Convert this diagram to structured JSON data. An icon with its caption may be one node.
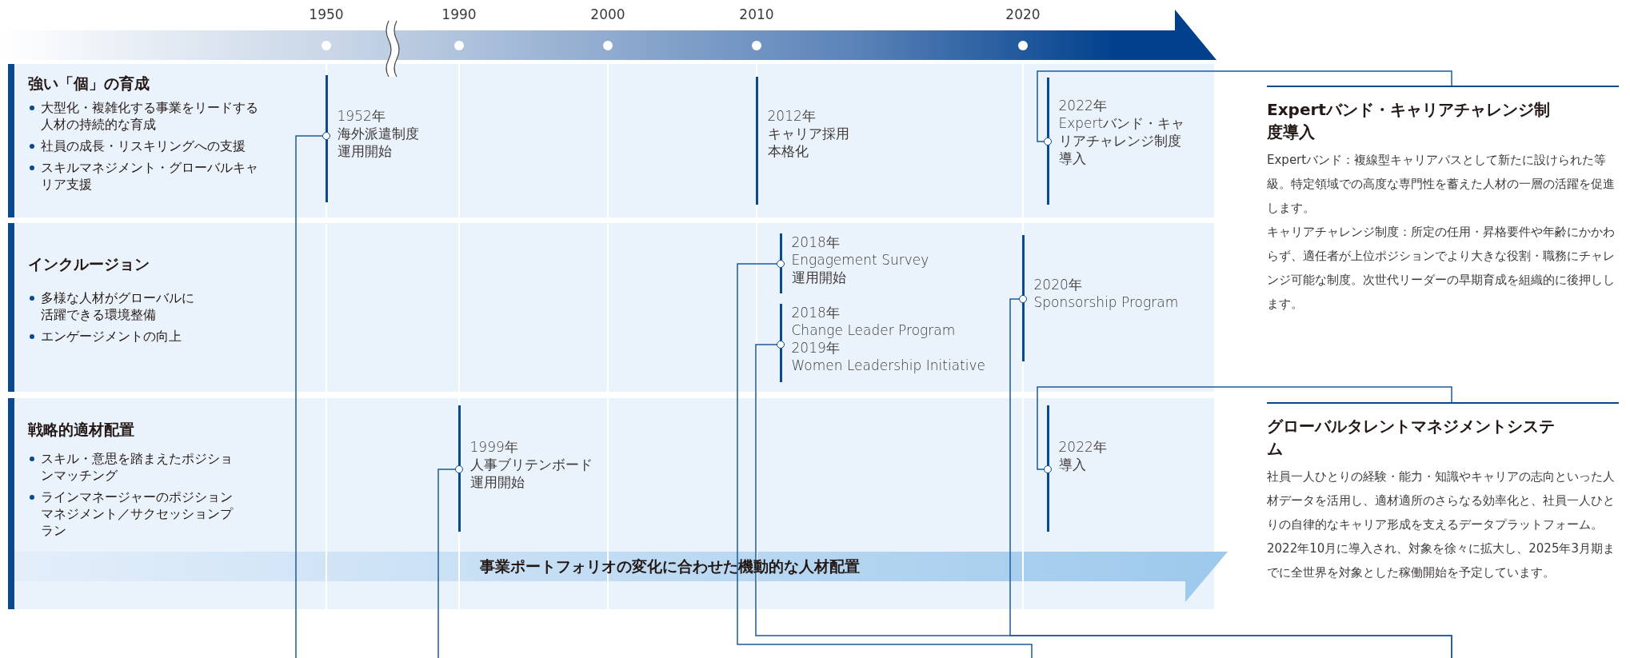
{
  "diagram": {
    "nodes": [
      {
        "text": [
          "強い「個」の育成",
          "大型化・複雑化する事業をリードする人材の持続的な育成",
          "社員の成長・リスキリングへの支援",
          "スキルマネジメント・グローバルキャリア支援"
        ]
      },
      {
        "text": [
          "1952年",
          "海外派遣制度運用開始"
        ],
        "in": 0
      },
      {
        "text": [
          "2012年",
          "キャリア採用本格化"
        ],
        "in": 0
      },
      {
        "text": [
          "2022年",
          "Expertバンド・キャリアチャレンジ制度導入"
        ],
        "in": 0
      },
      {
        "text": [
          "インクルージョン",
          "多様な人材がグローバルに活躍できる環境整備",
          "エンゲージメントの向上"
        ]
      },
      {
        "text": [
          "2018年",
          "Engagement Survey 運用開始"
        ],
        "in": 4
      },
      {
        "text": [
          "2018年",
          "Change Leader Program",
          "2019年",
          "Women Leadership Initiative"
        ],
        "in": 4
      },
      {
        "text": [
          "2020年",
          "Sponsorship Program"
        ],
        "in": 4
      },
      {
        "text": [
          "戦略的適材配置",
          "スキル・意思を踏まえたポジションマッチング",
          "ラインマネージャーのポジションマネジメント／サクセッションプラン"
        ]
      },
      {
        "text": [
          "1999年",
          "人事ブリテンボード運用開始"
        ],
        "in": 8
      },
      {
        "text": [
          "2022年",
          "導入"
        ],
        "in": 8
      },
      {
        "text": [
          "事業ポートフォリオの変化に合わせた機動的な人材配置"
        ],
        "in": 8
      },
      {
        "text": [
          "Expertバンド・キャリアチャレンジ制度導入",
          "Expertバンド：複線型キャリアパスとして新たに設けられた等級。特定領域での高度な専門性を蓄えた人材の一層の活躍を促進します。",
          "キャリアチャレンジ制度：所定の任用・昇格要件や年齢にかかわらず、適任者が上位ポジションでより大きな役割・職務にチャレンジ可能な制度。次世代リーダーの早期育成を組織的に後押しします。"
        ]
      },
      {
        "text": [
          "グローバルタレントマネジメントシステム",
          "社員一人ひとりの経験・能力・知識やキャリアの志向といった人材データを活用し、適材適所のさらなる効率化と、社員一人ひとりの自律的なキャリア形成を支えるデータプラットフォーム。2022年10月に導入され、対象を徐々に拡大し、2025年3月期までに全世界を対象とした稼働開始を予定しています。"
        ]
      }
    ],
    "edges": [
      {
        "from": 1,
        "to": null,
        "arrow": "none"
      },
      {
        "from": 3,
        "to": 12,
        "arrow": "none"
      },
      {
        "from": 5,
        "to": null,
        "arrow": "none"
      },
      {
        "from": 6,
        "to": null,
        "arrow": "none"
      },
      {
        "from": 7,
        "to": null,
        "arrow": "none"
      },
      {
        "from": 9,
        "to": null,
        "arrow": "none"
      },
      {
        "from": 10,
        "to": 13,
        "arrow": "none"
      }
    ],
    "labels": [
      "1950",
      "1990",
      "2000",
      "2010",
      "2020"
    ]
  }
}
